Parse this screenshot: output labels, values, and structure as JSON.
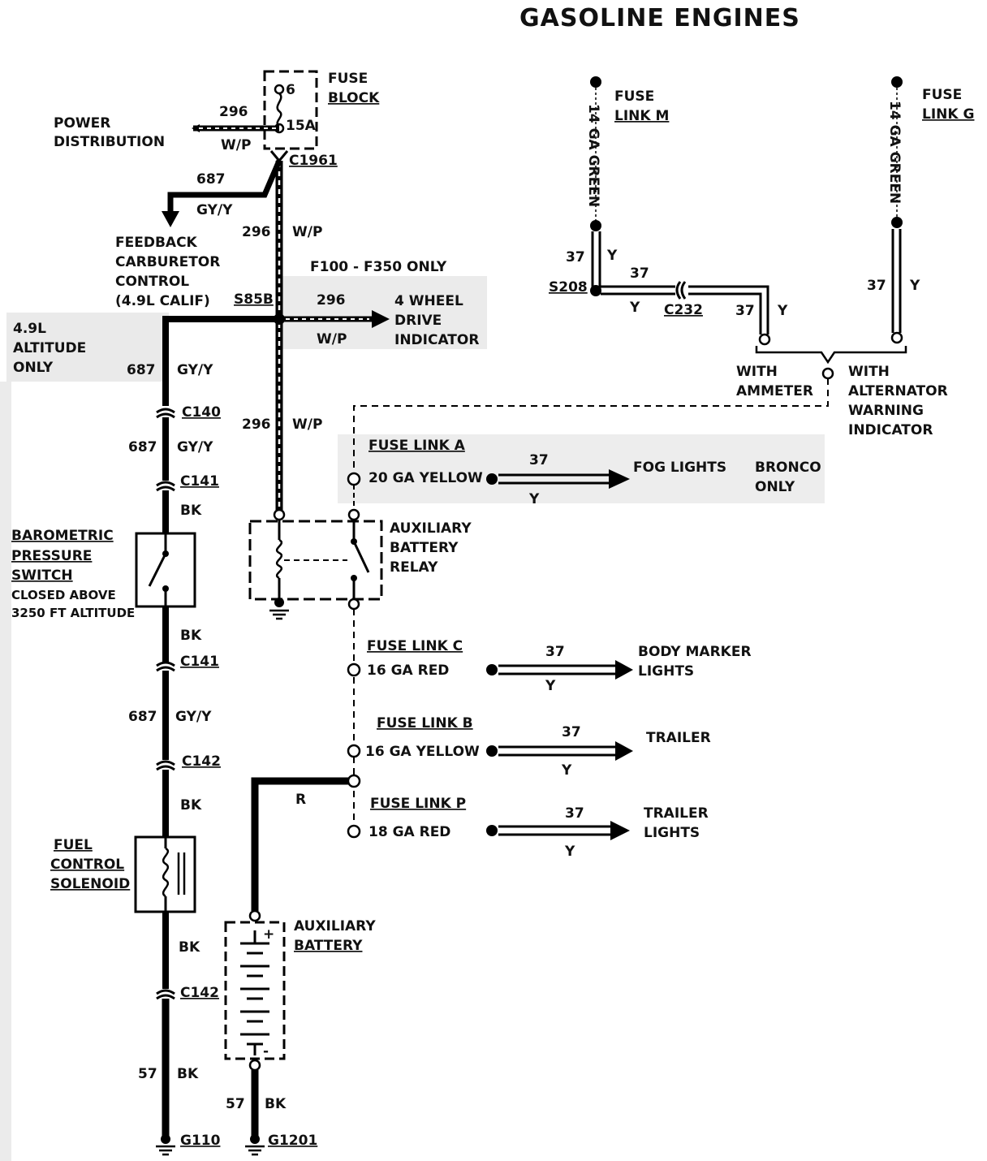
{
  "title": "GASOLINE ENGINES",
  "fuse_block": {
    "label1": "FUSE",
    "label2": "BLOCK",
    "fuse_num": "6",
    "fuse_amps": "15A",
    "connector": "C1961"
  },
  "power_distribution": {
    "line1": "POWER",
    "line2": "DISTRIBUTION",
    "circuit": "296",
    "color": "W/P"
  },
  "feedback": {
    "circuit": "687",
    "color": "GY/Y",
    "line1": "FEEDBACK",
    "line2": "CARBURETOR",
    "line3": "CONTROL",
    "line4": "(4.9L CALIF)"
  },
  "main_feed": {
    "circuit_upper": "296",
    "color_upper": "W/P",
    "circuit_lower": "296",
    "color_lower": "W/P"
  },
  "four_wd": {
    "note": "F100 - F350 ONLY",
    "splice": "S85B",
    "circuit": "296",
    "color": "W/P",
    "line1": "4 WHEEL",
    "line2": "DRIVE",
    "line3": "INDICATOR"
  },
  "altitude_note": {
    "line1": "4.9L",
    "line2": "ALTITUDE",
    "line3": "ONLY"
  },
  "left_circuit": {
    "seg1_circuit": "687",
    "seg1_color": "GY/Y",
    "c140": "C140",
    "seg2_circuit": "687",
    "seg2_color": "GY/Y",
    "c141_top": "C141",
    "bk1": "BK",
    "bk2": "BK",
    "c141_bottom": "C141",
    "seg3_circuit": "687",
    "seg3_color": "GY/Y",
    "c142_top": "C142",
    "bk3": "BK",
    "bk4": "BK",
    "c142_bottom": "C142",
    "ground_circuit": "57",
    "ground_color": "BK",
    "ground": "G110"
  },
  "barometric_switch": {
    "line1": "BAROMETRIC",
    "line2": "PRESSURE",
    "line3": "SWITCH",
    "note1": "CLOSED ABOVE",
    "note2": "3250 FT ALTITUDE"
  },
  "fuel_solenoid": {
    "line1": "FUEL",
    "line2": "CONTROL",
    "line3": "SOLENOID"
  },
  "relay": {
    "line1": "AUXILIARY",
    "line2": "BATTERY",
    "line3": "RELAY"
  },
  "fuse_links_top": {
    "m_line1": "FUSE",
    "m_line2": "LINK M",
    "m_wire": "14 GA GREEN",
    "g_line1": "FUSE",
    "g_line2": "LINK G",
    "g_wire": "14 GA GREEN",
    "m_circuit": "37",
    "m_color": "Y",
    "splice": "S208",
    "s208_circuit": "37",
    "s208_color": "Y",
    "connector": "C232",
    "c232_circuit": "37",
    "c232_color": "Y",
    "g_circuit": "37",
    "g_color": "Y",
    "with_ammeter_1": "WITH",
    "with_ammeter_2": "AMMETER",
    "with_alt_1": "WITH",
    "with_alt_2": "ALTERNATOR",
    "with_alt_3": "WARNING",
    "with_alt_4": "INDICATOR"
  },
  "fuse_link_a": {
    "name": "FUSE LINK A",
    "gauge": "20 GA YELLOW",
    "circuit": "37",
    "color": "Y",
    "dest": "FOG LIGHTS",
    "note1": "BRONCO",
    "note2": "ONLY"
  },
  "fuse_link_c": {
    "name": "FUSE LINK C",
    "gauge": "16 GA RED",
    "circuit": "37",
    "color": "Y",
    "dest1": "BODY MARKER",
    "dest2": "LIGHTS"
  },
  "fuse_link_b": {
    "name": "FUSE LINK B",
    "gauge": "16 GA YELLOW",
    "circuit": "37",
    "color": "Y",
    "dest1": "TRAILER"
  },
  "fuse_link_p": {
    "name": "FUSE LINK P",
    "gauge": "18 GA RED",
    "circuit": "37",
    "color": "Y",
    "dest1": "TRAILER",
    "dest2": "LIGHTS"
  },
  "battery": {
    "line1": "AUXILIARY",
    "line2": "BATTERY",
    "feed_color": "R",
    "plus": "+",
    "minus": "-",
    "ground_circuit": "57",
    "ground_color": "BK",
    "ground": "G1201"
  }
}
